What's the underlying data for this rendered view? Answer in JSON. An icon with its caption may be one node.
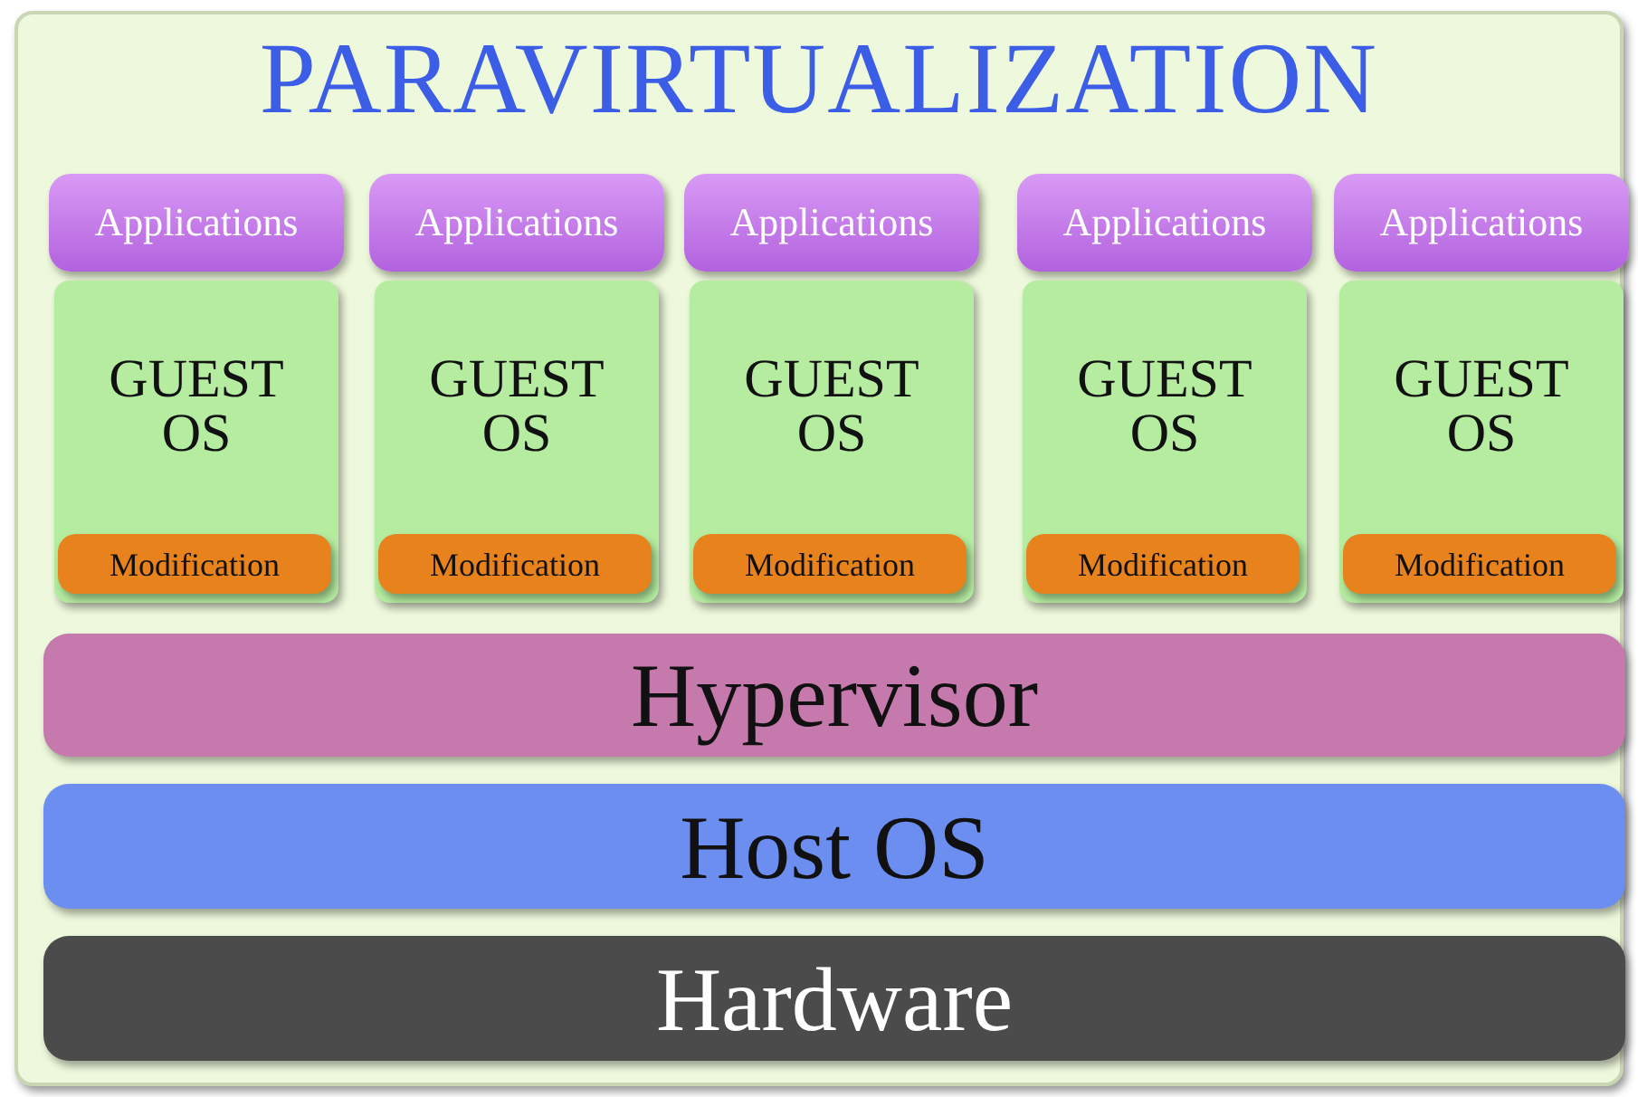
{
  "diagram": {
    "title": "PARAVIRTUALIZATION",
    "nodes": [
      {
        "text": [
          "Applications"
        ]
      },
      {
        "text": [
          "Applications"
        ]
      },
      {
        "text": [
          "Applications"
        ]
      },
      {
        "text": [
          "Applications"
        ]
      },
      {
        "text": [
          "Applications"
        ]
      },
      {
        "text": [
          "GUEST OS"
        ]
      },
      {
        "text": [
          "GUEST OS"
        ]
      },
      {
        "text": [
          "GUEST OS"
        ]
      },
      {
        "text": [
          "GUEST OS"
        ]
      },
      {
        "text": [
          "GUEST OS"
        ]
      },
      {
        "text": [
          "Modification"
        ],
        "in": 5
      },
      {
        "text": [
          "Modification"
        ],
        "in": 6
      },
      {
        "text": [
          "Modification"
        ],
        "in": 7
      },
      {
        "text": [
          "Modification"
        ],
        "in": 8
      },
      {
        "text": [
          "Modification"
        ],
        "in": 9
      },
      {
        "text": [
          "Hypervisor"
        ]
      },
      {
        "text": [
          "Host OS"
        ]
      },
      {
        "text": [
          "Hardware"
        ]
      }
    ],
    "edges": []
  }
}
